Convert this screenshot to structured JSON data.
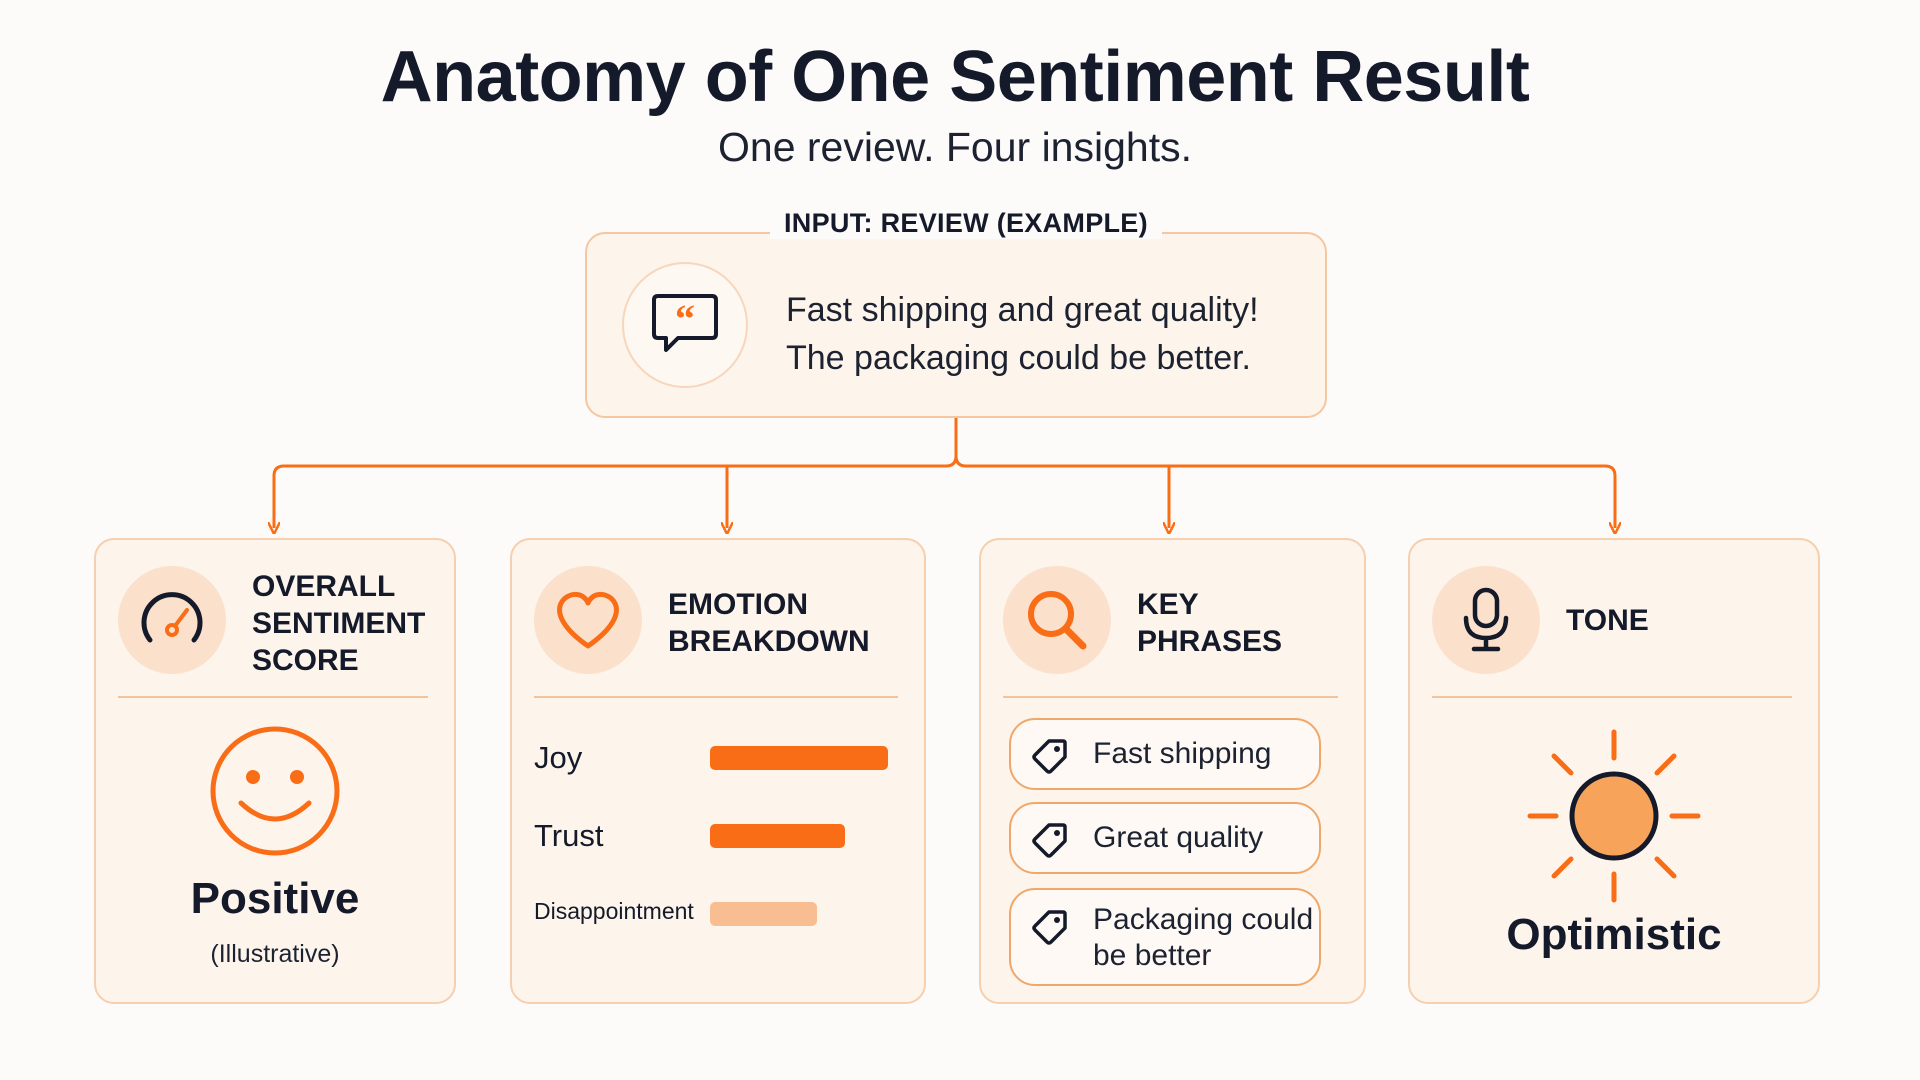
{
  "title": "Anatomy of One Sentiment Result",
  "subtitle": "One review. Four insights.",
  "input": {
    "label": "INPUT: REVIEW (EXAMPLE)",
    "review_line1": "Fast shipping and great quality!",
    "review_line2": "The packaging could be better.",
    "icon": "quote-bubble-icon"
  },
  "cards": {
    "score": {
      "title_lines": [
        "OVERALL",
        "SENTIMENT",
        "SCORE"
      ],
      "icon": "gauge-icon",
      "result_icon": "smiley-icon",
      "result": "Positive",
      "note": "(Illustrative)"
    },
    "emotion": {
      "title_lines": [
        "EMOTION",
        "BREAKDOWN"
      ],
      "icon": "heart-icon",
      "emotions": [
        {
          "label": "Joy",
          "level": 1.0,
          "color": "#f96d16"
        },
        {
          "label": "Trust",
          "level": 0.76,
          "color": "#f96d16"
        },
        {
          "label": "Disappointment",
          "level": 0.6,
          "color": "#f8be92"
        }
      ]
    },
    "phrases": {
      "title_lines": [
        "KEY",
        "PHRASES"
      ],
      "icon": "search-icon",
      "items": [
        {
          "line1": "Fast shipping",
          "line2": ""
        },
        {
          "line1": "Great quality",
          "line2": ""
        },
        {
          "line1": "Packaging could",
          "line2": "be better"
        }
      ]
    },
    "tone": {
      "title_lines": [
        "TONE"
      ],
      "icon": "microphone-icon",
      "result_icon": "sun-icon",
      "result": "Optimistic"
    }
  },
  "colors": {
    "accent": "#f96d16",
    "accent_light": "#f8be92",
    "card_bg": "#fdf4ec",
    "card_border": "#f5cfae"
  }
}
